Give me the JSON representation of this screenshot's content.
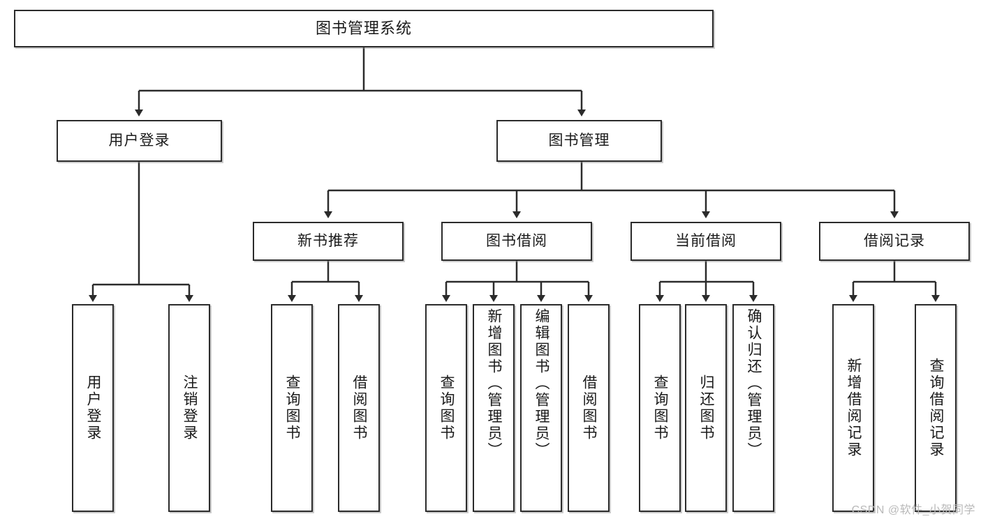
{
  "diagram": {
    "title": "图书管理系统",
    "type": "functional-decomposition-tree",
    "watermark": "CSDN @软件_小贺同学",
    "colors": {
      "box_border": "#2b2b2b",
      "box_fill": "#ffffff",
      "connector": "#2b2b2b",
      "text": "#1a1a1a",
      "watermark": "#b9b9b9",
      "background": "#ffffff"
    }
  },
  "nodes": {
    "root": {
      "label": "图书管理系统",
      "level": 1,
      "orientation": "horizontal"
    },
    "level2": [
      {
        "id": "user-login",
        "label": "用户登录",
        "level": 2,
        "orientation": "horizontal"
      },
      {
        "id": "book-management",
        "label": "图书管理",
        "level": 2,
        "orientation": "horizontal"
      }
    ],
    "level3": [
      {
        "id": "new-book-recommend",
        "label": "新书推荐",
        "level": 3,
        "orientation": "horizontal",
        "parent": "book-management"
      },
      {
        "id": "book-borrow",
        "label": "图书借阅",
        "level": 3,
        "orientation": "horizontal",
        "parent": "book-management"
      },
      {
        "id": "current-borrow",
        "label": "当前借阅",
        "level": 3,
        "orientation": "horizontal",
        "parent": "book-management"
      },
      {
        "id": "borrow-record",
        "label": "借阅记录",
        "level": 3,
        "orientation": "horizontal",
        "parent": "book-management"
      }
    ],
    "leaves": [
      {
        "id": "leaf-user-login",
        "label": "用户登录",
        "parent": "user-login",
        "orientation": "vertical"
      },
      {
        "id": "leaf-logout",
        "label": "注销登录",
        "parent": "user-login",
        "orientation": "vertical"
      },
      {
        "id": "leaf-query-book-1",
        "label": "查询图书",
        "parent": "new-book-recommend",
        "orientation": "vertical"
      },
      {
        "id": "leaf-borrow-book-1",
        "label": "借阅图书",
        "parent": "new-book-recommend",
        "orientation": "vertical"
      },
      {
        "id": "leaf-query-book-2",
        "label": "查询图书",
        "parent": "book-borrow",
        "orientation": "vertical"
      },
      {
        "id": "leaf-add-book",
        "label": "新增图书（管理员）",
        "parent": "book-borrow",
        "orientation": "vertical"
      },
      {
        "id": "leaf-edit-book",
        "label": "编辑图书（管理员）",
        "parent": "book-borrow",
        "orientation": "vertical"
      },
      {
        "id": "leaf-borrow-book-2",
        "label": "借阅图书",
        "parent": "book-borrow",
        "orientation": "vertical"
      },
      {
        "id": "leaf-query-book-3",
        "label": "查询图书",
        "parent": "current-borrow",
        "orientation": "vertical"
      },
      {
        "id": "leaf-return-book",
        "label": "归还图书",
        "parent": "current-borrow",
        "orientation": "vertical"
      },
      {
        "id": "leaf-confirm-return",
        "label": "确认归还（管理员）",
        "parent": "current-borrow",
        "orientation": "vertical"
      },
      {
        "id": "leaf-add-record",
        "label": "新增借阅记录",
        "parent": "borrow-record",
        "orientation": "vertical"
      },
      {
        "id": "leaf-query-record",
        "label": "查询借阅记录",
        "parent": "borrow-record",
        "orientation": "vertical"
      }
    ]
  }
}
